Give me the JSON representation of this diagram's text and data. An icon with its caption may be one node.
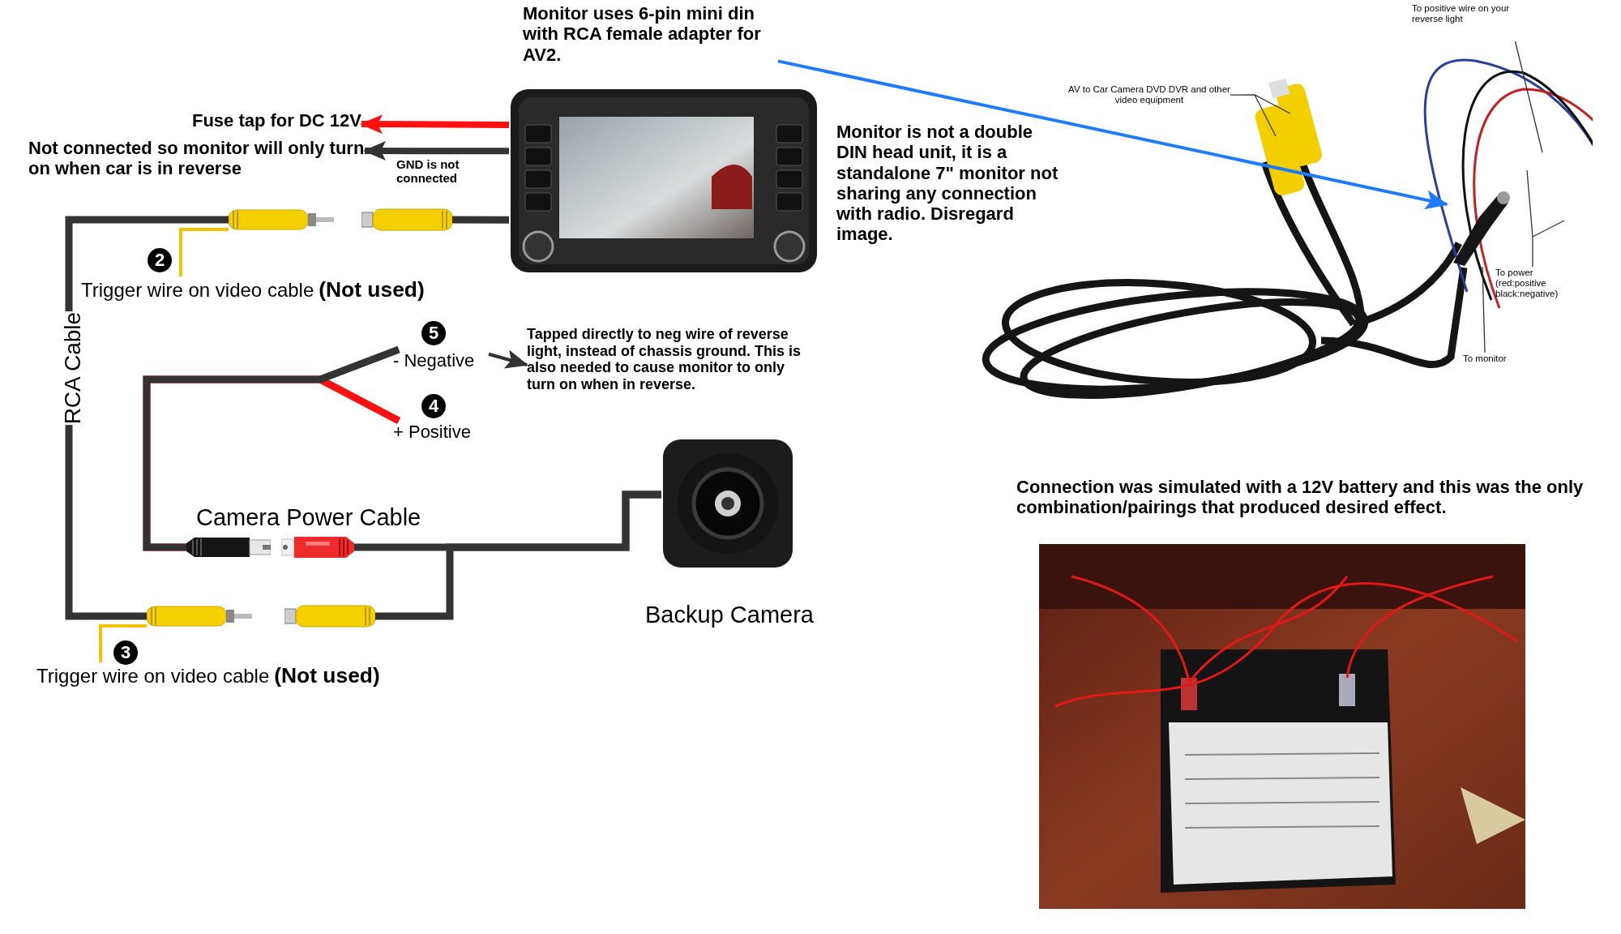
{
  "diagram": {
    "nodes": [
      {
        "text": [],
        "shape": "picture"
      },
      {
        "text": [
          "Fuse tap for DC 12V"
        ]
      },
      {
        "text": [
          "Not connected so monitor will only turn on when car is in reverse"
        ]
      },
      {
        "text": [],
        "shape": "picture"
      },
      {
        "text": [],
        "shape": "picture"
      },
      {
        "text": [
          "Trigger wire on video cable",
          "(Not used)"
        ],
        "beside": [
          "2"
        ]
      },
      {
        "text": [],
        "shape": "picture"
      },
      {
        "text": [],
        "shape": "picture"
      },
      {
        "text": [
          "Trigger wire on video cable",
          "(Not used)"
        ],
        "beside": [
          "3"
        ]
      },
      {
        "text": [],
        "shape": "picture"
      },
      {
        "text": [],
        "shape": "picture"
      },
      {
        "text": [
          "- Negative"
        ],
        "beside": [
          "5"
        ]
      },
      {
        "text": [
          "+ Positive"
        ],
        "beside": [
          "4"
        ]
      },
      {
        "text": [
          "Tapped directly to neg wire of reverse light, instead of chassis ground. This is also needed to cause monitor to only turn on when in reverse."
        ]
      },
      {
        "text": [],
        "shape": "picture",
        "beside": [
          "Backup Camera"
        ]
      },
      {
        "text": [
          "Monitor uses 6-pin mini din with RCA female adapter for AV2."
        ]
      },
      {
        "text": [],
        "shape": "picture"
      },
      {
        "text": [],
        "shape": "picture",
        "in": 16
      },
      {
        "text": [
          "AV to Car Camera DVD DVR and other video equipment"
        ],
        "in": 16
      },
      {
        "text": [
          "To positive wire on your reverse light"
        ]
      },
      {
        "text": [
          "To power (red:positive black:negative)"
        ],
        "in": 16
      },
      {
        "text": [
          "To monitor"
        ],
        "in": 16
      }
    ],
    "edges": [
      {
        "from": 0,
        "to": 1,
        "arrow": "to",
        "style": "thick",
        "color": "#ff1010"
      },
      {
        "from": 0,
        "to": 2,
        "arrow": "to",
        "style": "thick",
        "label": "GND is not connected"
      },
      {
        "from": 4,
        "to": 0,
        "arrow": "none",
        "style": "thick"
      },
      {
        "from": 3,
        "to": 6,
        "arrow": "none",
        "style": "thick",
        "label": "RCA Cable"
      },
      {
        "from": 3,
        "to": 5,
        "arrow": "none",
        "color": "#f2c200"
      },
      {
        "from": 6,
        "to": 8,
        "arrow": "none",
        "color": "#f2c200"
      },
      {
        "from": 9,
        "to": 11,
        "arrow": "none",
        "style": "thick"
      },
      {
        "from": 9,
        "to": 12,
        "arrow": "none",
        "style": "thick",
        "color": "#ff1010"
      },
      {
        "from": 11,
        "to": 13,
        "arrow": "to"
      },
      {
        "from": 10,
        "to": 14,
        "arrow": "none",
        "style": "thick"
      },
      {
        "from": 7,
        "to": 14,
        "arrow": "none",
        "style": "thick"
      },
      {
        "from": 15,
        "to": 17,
        "arrow": "to",
        "color": "#1e7bff"
      },
      {
        "from": 18,
        "to": null,
        "arrow": "none"
      },
      {
        "from": 19,
        "to": null,
        "arrow": "none"
      },
      {
        "from": 20,
        "to": null,
        "arrow": "none"
      },
      {
        "from": 21,
        "to": 17,
        "arrow": "none"
      }
    ],
    "labels": [
      "Camera Power Cable",
      "Monitor is not a double DIN head unit, it is a standalone 7\" monitor not sharing any connection with radio. Disregard image.",
      "Connection was simulated with a 12V battery and this was the only combination/pairings that produced desired effect."
    ]
  }
}
